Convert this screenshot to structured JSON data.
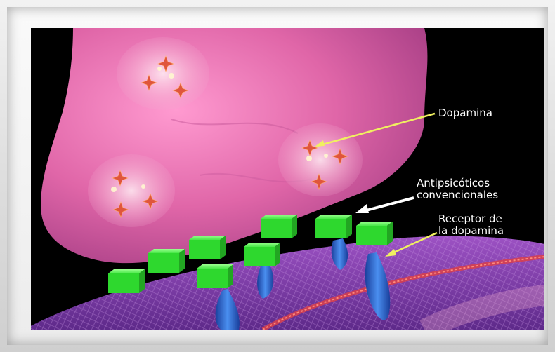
{
  "labels": {
    "dopamine": "Dopamina",
    "antipsychotics_line1": "Antipsicóticos",
    "antipsychotics_line2": "convencionales",
    "receptor_line1": "Receptor de",
    "receptor_line2": "la dopamina"
  },
  "colors": {
    "background": "#000000",
    "neuron_pink": "#e46aa3",
    "membrane_purple": "#8a3fb0",
    "block_green": "#33dd33",
    "receptor_blue": "#1f5fc8",
    "arrow_yellow": "#f0f060",
    "arrow_white": "#ffffff"
  }
}
